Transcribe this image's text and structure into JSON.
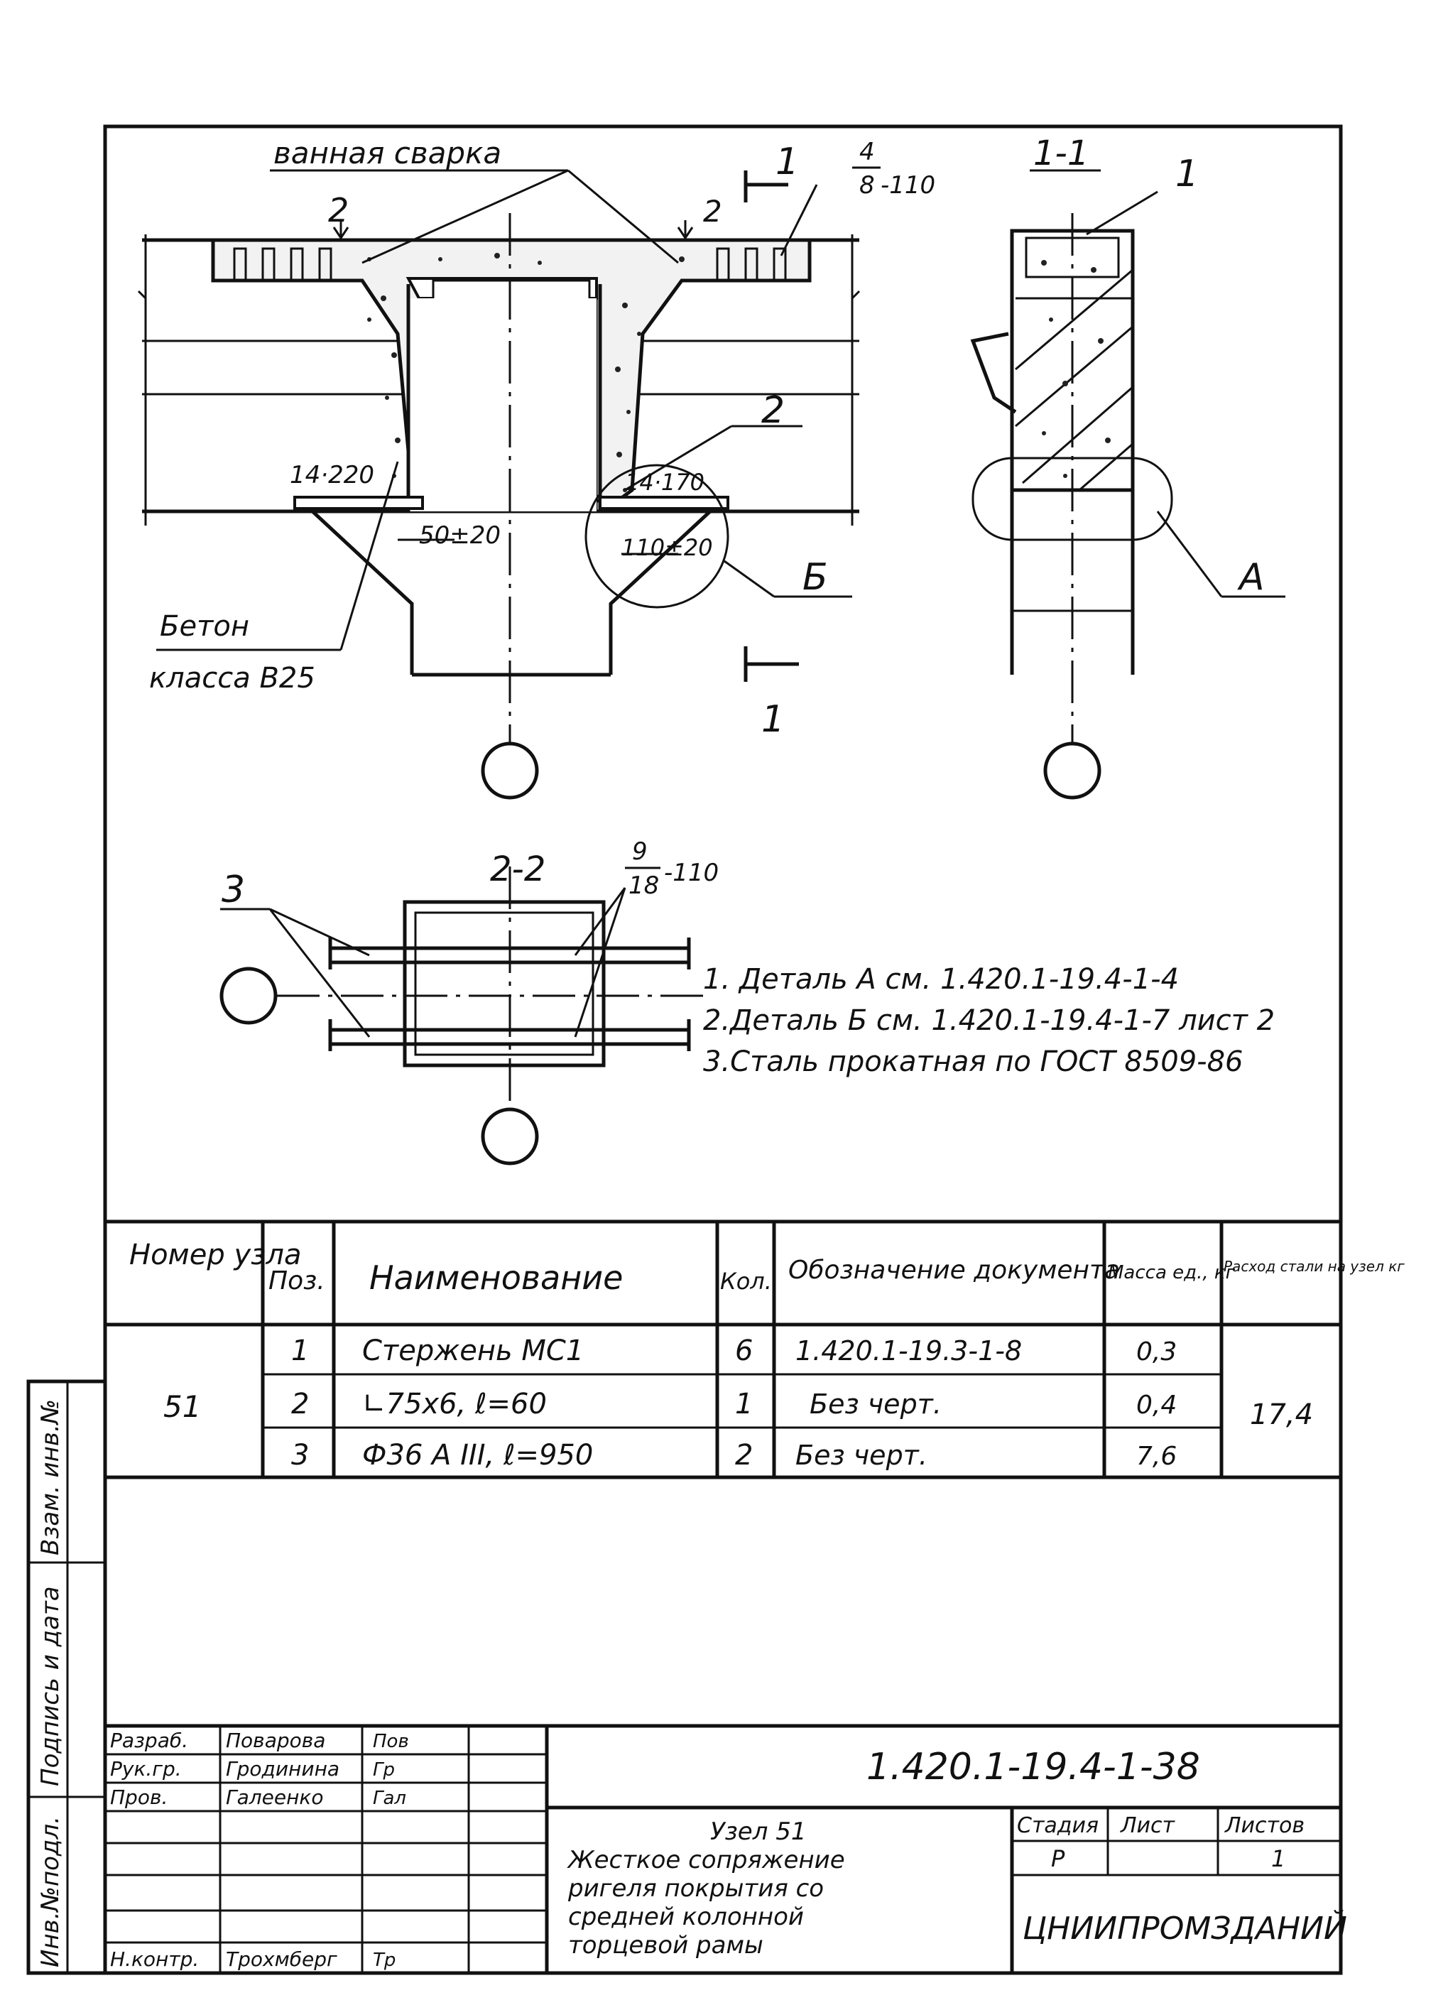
{
  "drawing": {
    "label_welding": "ванная сварка",
    "label_concrete_1": "Бетон",
    "label_concrete_2": "класса В25",
    "sec_mark_1_top": "1",
    "sec_mark_1_bot": "1",
    "sec_mark_2_left": "2",
    "sec_mark_2_right": "2",
    "weld_top_num": "4",
    "weld_top_den": "8",
    "weld_top_len": "-110",
    "pad_left": "14·220",
    "pad_right": "14·170",
    "dim_left": "50±20",
    "dim_right": "110±20",
    "callout_b_num": "2",
    "callout_b": "Б",
    "section_1_1_title": "1-1",
    "section_1_1_callout": "1",
    "callout_a": "А",
    "section_2_2_title": "2-2",
    "section_2_2_pos": "3",
    "weld_2_2_num": "9",
    "weld_2_2_den": "18",
    "weld_2_2_len": "-110"
  },
  "notes": [
    "1. Деталь А см. 1.420.1-19.4-1-4",
    "2.Деталь Б см. 1.420.1-19.4-1-7 лист 2",
    "3.Сталь прокатная по ГОСТ 8509-86"
  ],
  "spec_table": {
    "headers": {
      "node": "Номер узла",
      "pos": "Поз.",
      "name": "Наименование",
      "qty": "Кол.",
      "doc": "Обозначение документа",
      "mass": "Масса ед., кг",
      "steel": "Расход стали на узел кг"
    },
    "node_number": "51",
    "total_steel": "17,4",
    "rows": [
      {
        "pos": "1",
        "name": "Стержень МС1",
        "qty": "6",
        "doc": "1.420.1-19.3-1-8",
        "mass": "0,3"
      },
      {
        "pos": "2",
        "name": "∟75x6,  ℓ=60",
        "qty": "1",
        "doc": "Без черт.",
        "mass": "0,4"
      },
      {
        "pos": "3",
        "name": "Ф36 А III,  ℓ=950",
        "qty": "2",
        "doc": "Без черт.",
        "mass": "7,6"
      }
    ]
  },
  "side_stamp": {
    "inv_orig": "Инв.№подл.",
    "sign_date": "Подпись и дата",
    "replace_inv": "Взам. инв.№"
  },
  "title_block": {
    "signatures": [
      {
        "role": "Разраб.",
        "name": "Поварова",
        "sign": "Пов"
      },
      {
        "role": "Рук.гр.",
        "name": "Гродинина",
        "sign": "Гр"
      },
      {
        "role": "Пров.",
        "name": "Галеенко",
        "sign": "Гал"
      },
      {
        "role": "Н.контр.",
        "name": "Трохмберг",
        "sign": "Тр"
      }
    ],
    "code": "1.420.1-19.4-1-38",
    "title_lines": [
      "Узел 51",
      "Жесткое сопряжение",
      "ригеля покрытия со",
      "средней колонной",
      "торцевой рамы"
    ],
    "stage_label": "Стадия",
    "sheet_label": "Лист",
    "sheets_label": "Листов",
    "stage": "Р",
    "sheet": "",
    "sheets": "1",
    "organization": "ЦНИИПРОМЗДАНИЙ"
  }
}
